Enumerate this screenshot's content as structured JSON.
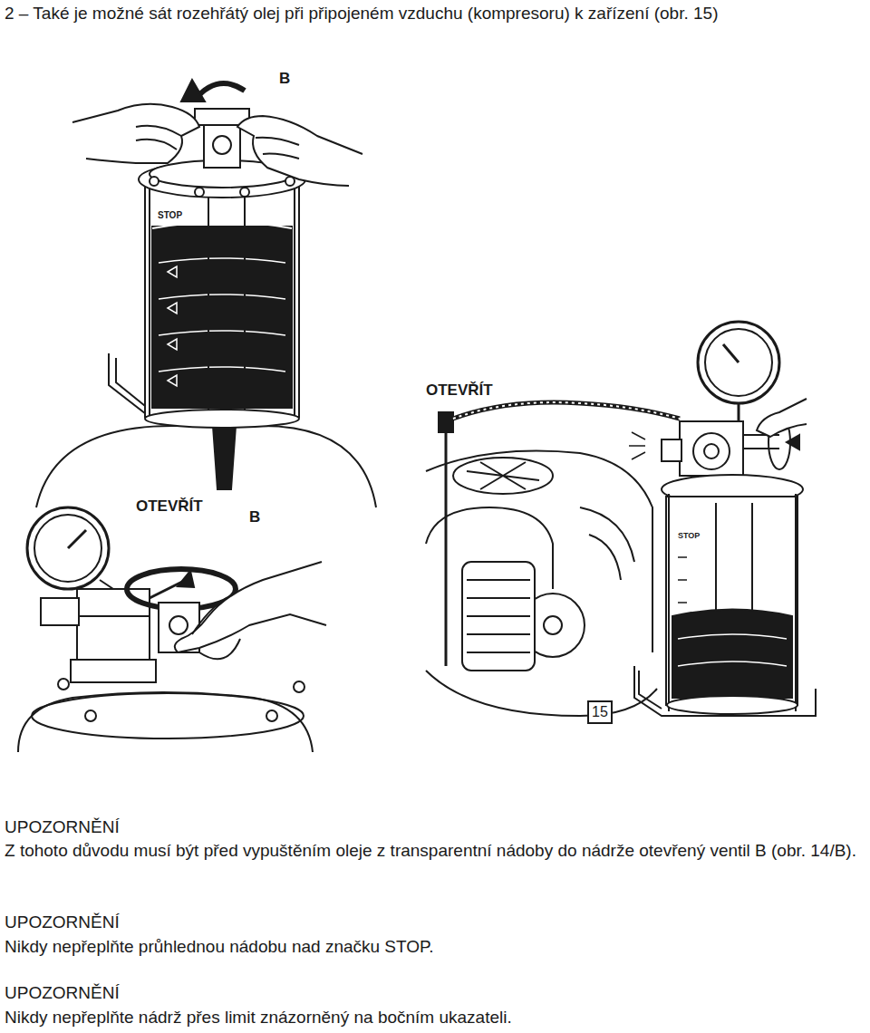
{
  "diagram": {
    "labels": [
      "2 – Také je možné sát rozehřátý olej při připojeném vzduchu (kompresoru) k zařízení (obr. 15)",
      "B",
      "STOP",
      "OTEVŘÍT",
      "OTEVŘÍT",
      "B",
      "STOP",
      "15",
      "UPOZORNĚNÍ",
      "Z tohoto důvodu musí být před vypuštěním oleje z transparentní nádoby do nádrže otevřený ventil B (obr. 14/B).",
      "UPOZORNĚNÍ",
      "Nikdy nepřeplňte průhlednou nádobu nad značku STOP.",
      "UPOZORNĚNÍ",
      "Nikdy nepřeplňte nádrž přes limit znázorněný na bočním ukazateli."
    ]
  }
}
